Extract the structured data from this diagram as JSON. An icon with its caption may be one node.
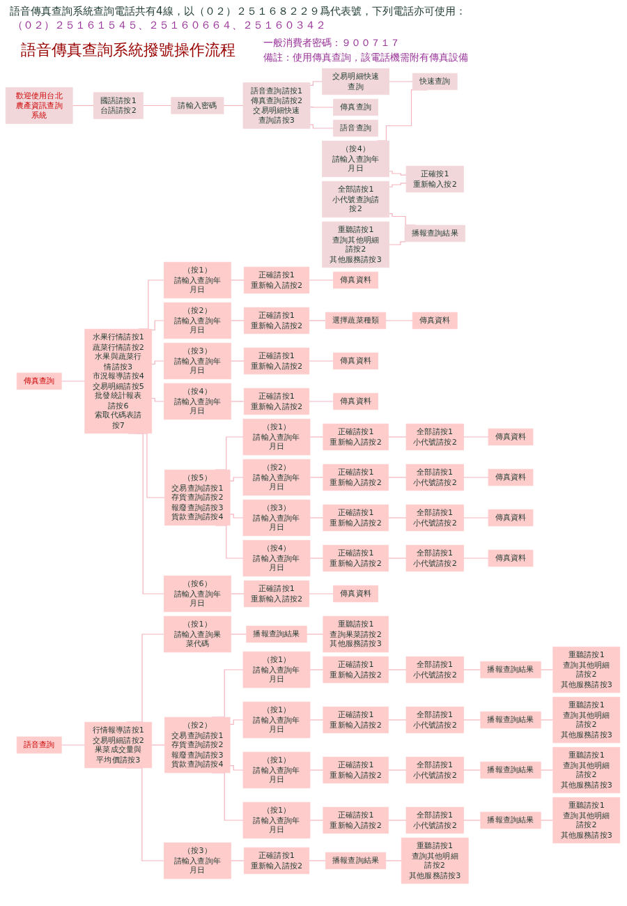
{
  "diagram": {
    "title": "語音傳真查詢系統撥號操作流程",
    "labels": [
      "語音傳真查詢系統查詢電話共有4線，以（０２）２５１６８２２９爲代表號，下列電話亦可使用：",
      "（０２）２５１６１５４５、２５１６０６６４、２５１６０３４２",
      "一般消費者密碼：９００７１７",
      "備註：使用傳真查詢，該電話機需附有傳真設備"
    ],
    "nodes": [
      {
        "text": [
          "歡迎使用台北農產資訊查詢系統"
        ]
      },
      {
        "text": [
          "國語請按1",
          "台語請按2"
        ]
      },
      {
        "text": [
          "請輸入密碼"
        ]
      },
      {
        "text": [
          "語音查詢請按1",
          "傳真查詢請按2",
          "交易明細快速查詢請按3"
        ]
      },
      {
        "text": [
          "交易明細快速查詢"
        ]
      },
      {
        "text": [
          "傳真查詢"
        ]
      },
      {
        "text": [
          "語音查詢"
        ]
      },
      {
        "text": [
          "快速查詢"
        ]
      },
      {
        "text": [
          "（按4）",
          "請輸入查詢年月日"
        ]
      },
      {
        "text": [
          "正確按1",
          "重新輸入按2"
        ]
      },
      {
        "text": [
          "全部請按1",
          "小代號查詢請按2"
        ]
      },
      {
        "text": [
          "播報查詢結果"
        ]
      },
      {
        "text": [
          "重聽請按1",
          "查詢其他明細請按2",
          "其他服務請按3"
        ]
      },
      {
        "text": [
          "傳真查詢"
        ]
      },
      {
        "text": [
          "水果行情請按1",
          "蔬菜行情請按2",
          "水果與蔬菜行情請按3",
          "市況報導請按4",
          "交易明細請按5",
          "批發統計報表請按6",
          "索取代碼表請按7"
        ]
      },
      {
        "text": [
          "（按1）",
          "請輸入查詢年月日"
        ]
      },
      {
        "text": [
          "正確請按1",
          "重新輸入請按2"
        ]
      },
      {
        "text": [
          "傳真資料"
        ]
      },
      {
        "text": [
          "（按2）",
          "請輸入查詢年月日"
        ]
      },
      {
        "text": [
          "正確請按1",
          "重新輸入請按2"
        ]
      },
      {
        "text": [
          "選擇蔬菜種類"
        ]
      },
      {
        "text": [
          "傳真資料"
        ]
      },
      {
        "text": [
          "（按3）",
          "請輸入查詢年月日"
        ]
      },
      {
        "text": [
          "正確請按1",
          "重新輸入請按2"
        ]
      },
      {
        "text": [
          "傳真資料"
        ]
      },
      {
        "text": [
          "（按4）",
          "請輸入查詢年月日"
        ]
      },
      {
        "text": [
          "正確請按1",
          "重新輸入請按2"
        ]
      },
      {
        "text": [
          "傳真資料"
        ]
      },
      {
        "text": [
          "（按5）",
          "交易查詢請按1",
          "存貨查詢請按2",
          "報廢查詢請按3",
          "貨款查詢請按4"
        ]
      },
      {
        "text": [
          "（按1）",
          "請輸入查詢年月日"
        ]
      },
      {
        "text": [
          "正確請按1",
          "重新輸入請按2"
        ]
      },
      {
        "text": [
          "全部請按1",
          "小代號請按2"
        ]
      },
      {
        "text": [
          "傳真資料"
        ]
      },
      {
        "text": [
          "（按2）",
          "請輸入查詢年月日"
        ]
      },
      {
        "text": [
          "正確請按1",
          "重新輸入請按2"
        ]
      },
      {
        "text": [
          "全部請按1",
          "小代號請按2"
        ]
      },
      {
        "text": [
          "傳真資料"
        ]
      },
      {
        "text": [
          "（按3）",
          "請輸入查詢年月日"
        ]
      },
      {
        "text": [
          "正確請按1",
          "重新輸入請按2"
        ]
      },
      {
        "text": [
          "全部請按1",
          "小代號請按2"
        ]
      },
      {
        "text": [
          "傳真資料"
        ]
      },
      {
        "text": [
          "（按4）",
          "請輸入查詢年月日"
        ]
      },
      {
        "text": [
          "正確請按1",
          "重新輸入請按2"
        ]
      },
      {
        "text": [
          "全部請按1",
          "小代號請按2"
        ]
      },
      {
        "text": [
          "傳真資料"
        ]
      },
      {
        "text": [
          "（按6）",
          "請輸入查詢年月日"
        ]
      },
      {
        "text": [
          "正確請按1",
          "重新輸入請按2"
        ]
      },
      {
        "text": [
          "傳真資料"
        ]
      },
      {
        "text": [
          "語音查詢"
        ]
      },
      {
        "text": [
          "行情報導請按1",
          "交易明細請按2",
          "果菜成交量與平均價請按3"
        ]
      },
      {
        "text": [
          "（按1）",
          "請輸入查詢果菜代碼"
        ]
      },
      {
        "text": [
          "播報查詢結果"
        ]
      },
      {
        "text": [
          "重聽請按1",
          "查詢果菜請按2",
          "其他服務請按3"
        ]
      },
      {
        "text": [
          "（按2）",
          "交易查詢請按1",
          "存貨查詢請按2",
          "報廢查詢請按3",
          "貨款查詢請按4"
        ]
      },
      {
        "text": [
          "（按1）",
          "請輸入查詢年月日"
        ]
      },
      {
        "text": [
          "正確請按1",
          "重新輸入請按2"
        ]
      },
      {
        "text": [
          "全部請按1",
          "小代號請按2"
        ]
      },
      {
        "text": [
          "播報查詢結果"
        ]
      },
      {
        "text": [
          "重聽請按1",
          "查詢其他明細請按2",
          "其他服務請按3"
        ]
      },
      {
        "text": [
          "（按1）",
          "請輸入查詢年月日"
        ]
      },
      {
        "text": [
          "正確請按1",
          "重新輸入請按2"
        ]
      },
      {
        "text": [
          "全部請按1",
          "小代號請按2"
        ]
      },
      {
        "text": [
          "播報查詢結果"
        ]
      },
      {
        "text": [
          "重聽請按1",
          "查詢其他明細請按2",
          "其他服務請按3"
        ]
      },
      {
        "text": [
          "（按1）",
          "請輸入查詢年月日"
        ]
      },
      {
        "text": [
          "正確請按1",
          "重新輸入請按2"
        ]
      },
      {
        "text": [
          "全部請按1",
          "小代號請按2"
        ]
      },
      {
        "text": [
          "播報查詢結果"
        ]
      },
      {
        "text": [
          "重聽請按1",
          "查詢其他明細請按2",
          "其他服務請按3"
        ]
      },
      {
        "text": [
          "（按1）",
          "請輸入查詢年月日"
        ]
      },
      {
        "text": [
          "正確請按1",
          "重新輸入請按2"
        ]
      },
      {
        "text": [
          "全部請按1",
          "小代號請按2"
        ]
      },
      {
        "text": [
          "播報查詢結果"
        ]
      },
      {
        "text": [
          "重聽請按1",
          "查詢其他明細請按2",
          "其他服務請按3"
        ]
      },
      {
        "text": [
          "（按3）",
          "請輸入查詢年月日"
        ]
      },
      {
        "text": [
          "正確請按1",
          "重新輸入請按2"
        ]
      },
      {
        "text": [
          "播報查詢結果"
        ]
      },
      {
        "text": [
          "重聽請按1",
          "查詢其他明細請按2",
          "其他服務請按3"
        ]
      }
    ],
    "edges": [
      {
        "from": 0,
        "to": 1,
        "arrow": "none"
      },
      {
        "from": 1,
        "to": 2,
        "arrow": "none"
      },
      {
        "from": 2,
        "to": 3,
        "arrow": "none"
      },
      {
        "from": 3,
        "to": 4,
        "arrow": "none"
      },
      {
        "from": 3,
        "to": 5,
        "arrow": "none"
      },
      {
        "from": 3,
        "to": 6,
        "arrow": "none"
      },
      {
        "from": 4,
        "to": 7,
        "arrow": "none"
      },
      {
        "from": 8,
        "to": 7,
        "arrow": "none"
      },
      {
        "from": 8,
        "to": 9,
        "arrow": "none"
      },
      {
        "from": 10,
        "to": 9,
        "arrow": "none"
      },
      {
        "from": 10,
        "to": 11,
        "arrow": "none"
      },
      {
        "from": 12,
        "to": 11,
        "arrow": "none"
      },
      {
        "from": 13,
        "to": 14,
        "arrow": "none"
      },
      {
        "from": 14,
        "to": 15,
        "arrow": "none"
      },
      {
        "from": 15,
        "to": 16,
        "arrow": "none"
      },
      {
        "from": 16,
        "to": 17,
        "arrow": "none"
      },
      {
        "from": 14,
        "to": 18,
        "arrow": "none"
      },
      {
        "from": 18,
        "to": 19,
        "arrow": "none"
      },
      {
        "from": 19,
        "to": 20,
        "arrow": "none"
      },
      {
        "from": 20,
        "to": 21,
        "arrow": "none"
      },
      {
        "from": 14,
        "to": 22,
        "arrow": "none"
      },
      {
        "from": 22,
        "to": 23,
        "arrow": "none"
      },
      {
        "from": 23,
        "to": 24,
        "arrow": "none"
      },
      {
        "from": 14,
        "to": 25,
        "arrow": "none"
      },
      {
        "from": 25,
        "to": 26,
        "arrow": "none"
      },
      {
        "from": 26,
        "to": 27,
        "arrow": "none"
      },
      {
        "from": 14,
        "to": 28,
        "arrow": "none"
      },
      {
        "from": 28,
        "to": 29,
        "arrow": "none"
      },
      {
        "from": 29,
        "to": 30,
        "arrow": "none"
      },
      {
        "from": 30,
        "to": 31,
        "arrow": "none"
      },
      {
        "from": 31,
        "to": 32,
        "arrow": "none"
      },
      {
        "from": 28,
        "to": 33,
        "arrow": "none"
      },
      {
        "from": 33,
        "to": 34,
        "arrow": "none"
      },
      {
        "from": 34,
        "to": 35,
        "arrow": "none"
      },
      {
        "from": 35,
        "to": 36,
        "arrow": "none"
      },
      {
        "from": 28,
        "to": 37,
        "arrow": "none"
      },
      {
        "from": 37,
        "to": 38,
        "arrow": "none"
      },
      {
        "from": 38,
        "to": 39,
        "arrow": "none"
      },
      {
        "from": 39,
        "to": 40,
        "arrow": "none"
      },
      {
        "from": 28,
        "to": 41,
        "arrow": "none"
      },
      {
        "from": 41,
        "to": 42,
        "arrow": "none"
      },
      {
        "from": 42,
        "to": 43,
        "arrow": "none"
      },
      {
        "from": 43,
        "to": 44,
        "arrow": "none"
      },
      {
        "from": 14,
        "to": 45,
        "arrow": "none"
      },
      {
        "from": 45,
        "to": 46,
        "arrow": "none"
      },
      {
        "from": 46,
        "to": 47,
        "arrow": "none"
      },
      {
        "from": 48,
        "to": 49,
        "arrow": "none"
      },
      {
        "from": 49,
        "to": 50,
        "arrow": "none"
      },
      {
        "from": 50,
        "to": 51,
        "arrow": "none"
      },
      {
        "from": 51,
        "to": 52,
        "arrow": "none"
      },
      {
        "from": 49,
        "to": 53,
        "arrow": "none"
      },
      {
        "from": 53,
        "to": 54,
        "arrow": "none"
      },
      {
        "from": 54,
        "to": 55,
        "arrow": "none"
      },
      {
        "from": 55,
        "to": 56,
        "arrow": "none"
      },
      {
        "from": 56,
        "to": 57,
        "arrow": "none"
      },
      {
        "from": 57,
        "to": 58,
        "arrow": "none"
      },
      {
        "from": 53,
        "to": 59,
        "arrow": "none"
      },
      {
        "from": 59,
        "to": 60,
        "arrow": "none"
      },
      {
        "from": 60,
        "to": 61,
        "arrow": "none"
      },
      {
        "from": 61,
        "to": 62,
        "arrow": "none"
      },
      {
        "from": 62,
        "to": 63,
        "arrow": "none"
      },
      {
        "from": 53,
        "to": 64,
        "arrow": "none"
      },
      {
        "from": 64,
        "to": 65,
        "arrow": "none"
      },
      {
        "from": 65,
        "to": 66,
        "arrow": "none"
      },
      {
        "from": 66,
        "to": 67,
        "arrow": "none"
      },
      {
        "from": 67,
        "to": 68,
        "arrow": "none"
      },
      {
        "from": 53,
        "to": 69,
        "arrow": "none"
      },
      {
        "from": 69,
        "to": 70,
        "arrow": "none"
      },
      {
        "from": 70,
        "to": 71,
        "arrow": "none"
      },
      {
        "from": 71,
        "to": 72,
        "arrow": "none"
      },
      {
        "from": 72,
        "to": 73,
        "arrow": "none"
      },
      {
        "from": 49,
        "to": 74,
        "arrow": "none"
      },
      {
        "from": 74,
        "to": 75,
        "arrow": "none"
      },
      {
        "from": 75,
        "to": 76,
        "arrow": "none"
      },
      {
        "from": 76,
        "to": 77,
        "arrow": "none"
      }
    ]
  }
}
